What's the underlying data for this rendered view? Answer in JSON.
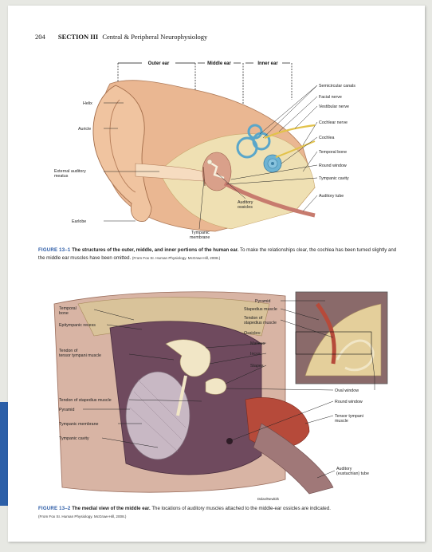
{
  "header": {
    "page_number": "204",
    "section": "SECTION III",
    "section_title": "Central & Peripheral Neurophysiology"
  },
  "figure1": {
    "region_labels": [
      "Outer ear",
      "Middle ear",
      "Inner ear"
    ],
    "left_labels": [
      "Helix",
      "Auricle",
      "External auditory",
      "meatus",
      "Earlobe"
    ],
    "right_labels": [
      "Semicircular canals",
      "Facial nerve",
      "Vestibular nerve",
      "Cochlear nerve",
      "Cochlea",
      "Temporal bone",
      "Round window",
      "Tympanic cavity",
      "Auditory tube"
    ],
    "bottom_labels": [
      "Auditory",
      "ossicles",
      "Tympanic",
      "membrane"
    ],
    "caption": {
      "number": "FIGURE 13–1",
      "title": "The structures of the outer, middle, and inner portions of the human ear.",
      "text": "To make the relationships clear, the cochlea has been turned slightly and the middle ear muscles have been omitted.",
      "source": "(From Fox SI. Human Physiology. McGraw-Hill, 2008.)"
    }
  },
  "figure2": {
    "left_labels": [
      "Temporal",
      "bone",
      "Epitympanic recess",
      "Tendon of",
      "tensor tympani muscle",
      "Tendon of stapedius muscle",
      "Pyramid",
      "Tympanic membrane",
      "Tympanic cavity"
    ],
    "right_labels": [
      "Pyramid",
      "Stapedius muscle",
      "Tendon of",
      "stapedius muscle",
      "Ossicles:",
      "Malleus",
      "Incus",
      "Stapes",
      "Oval window",
      "Round window",
      "Tensor tympani",
      "muscle",
      "Auditory",
      "(eustachian) tube"
    ],
    "artist": "Dolan/Newkirk",
    "caption": {
      "number": "FIGURE 13–2",
      "title": "The medial view of the middle ear.",
      "text": "The locations of auditory muscles attached to the middle-ear ossicles are indicated.",
      "source": "(From Fox SI. Human Physiology. McGraw-Hill, 2008.)"
    }
  },
  "colors": {
    "caption_figure_number": "#2a5aa5",
    "side_tab": "#2c5fa8",
    "skin": "#e9b58f",
    "bone": "#efe1b5",
    "cochlea_blue": "#5aa6c9",
    "muscle_red": "#b04637",
    "cavity_purple": "#7a5068"
  }
}
